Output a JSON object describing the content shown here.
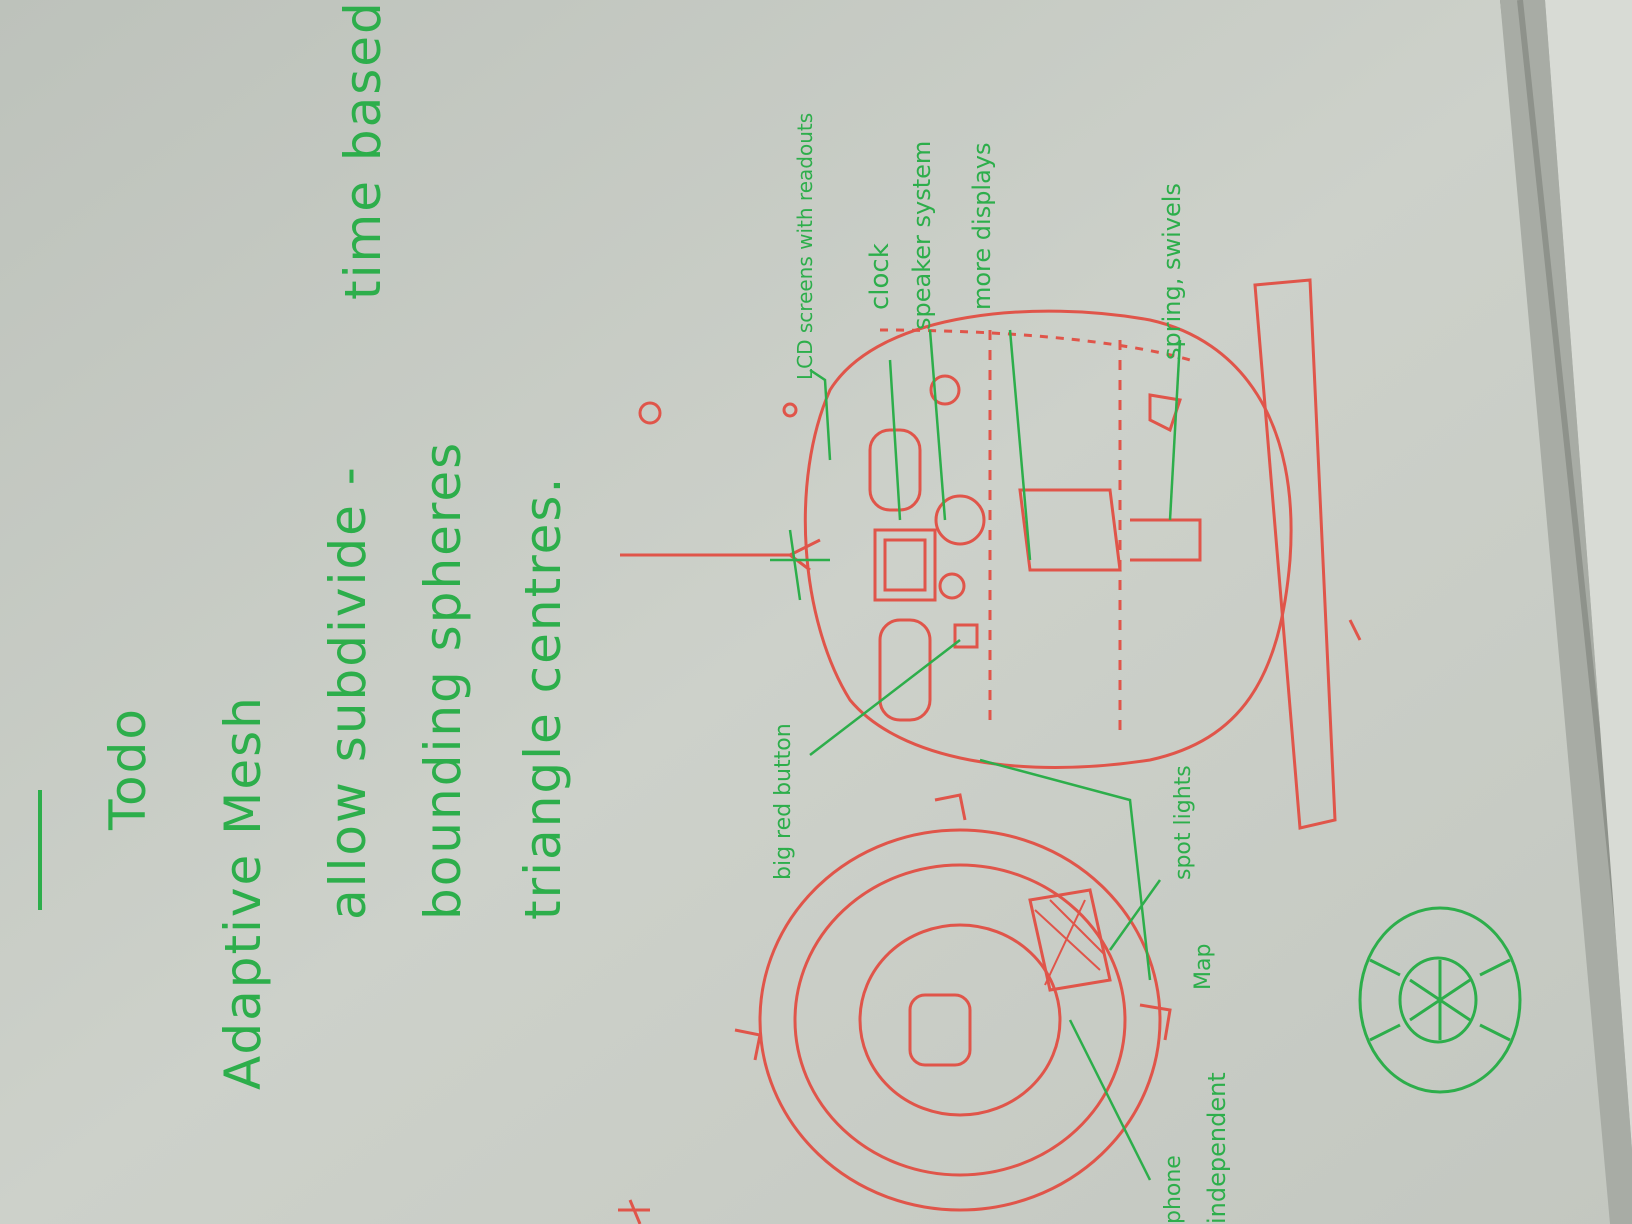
{
  "colors": {
    "board": "#c9cdc6",
    "frame": "#a7aba4",
    "green_marker": "#2dae4b",
    "red_marker": "#e0554a"
  },
  "todo": {
    "heading": "Todo",
    "items": [
      "Adaptive Mesh",
      "allow subdivide -",
      "bounding spheres",
      "triangle centres."
    ],
    "note": "time based"
  },
  "labels": {
    "lcd": "LCD screens with readouts",
    "clock": "clock",
    "speaker": "speaker system",
    "displays": "more displays",
    "spring": "spring, swivels",
    "button": "big red button",
    "spotlights": "spot lights",
    "map": "Map",
    "phone": "phone",
    "independent": "independent"
  }
}
